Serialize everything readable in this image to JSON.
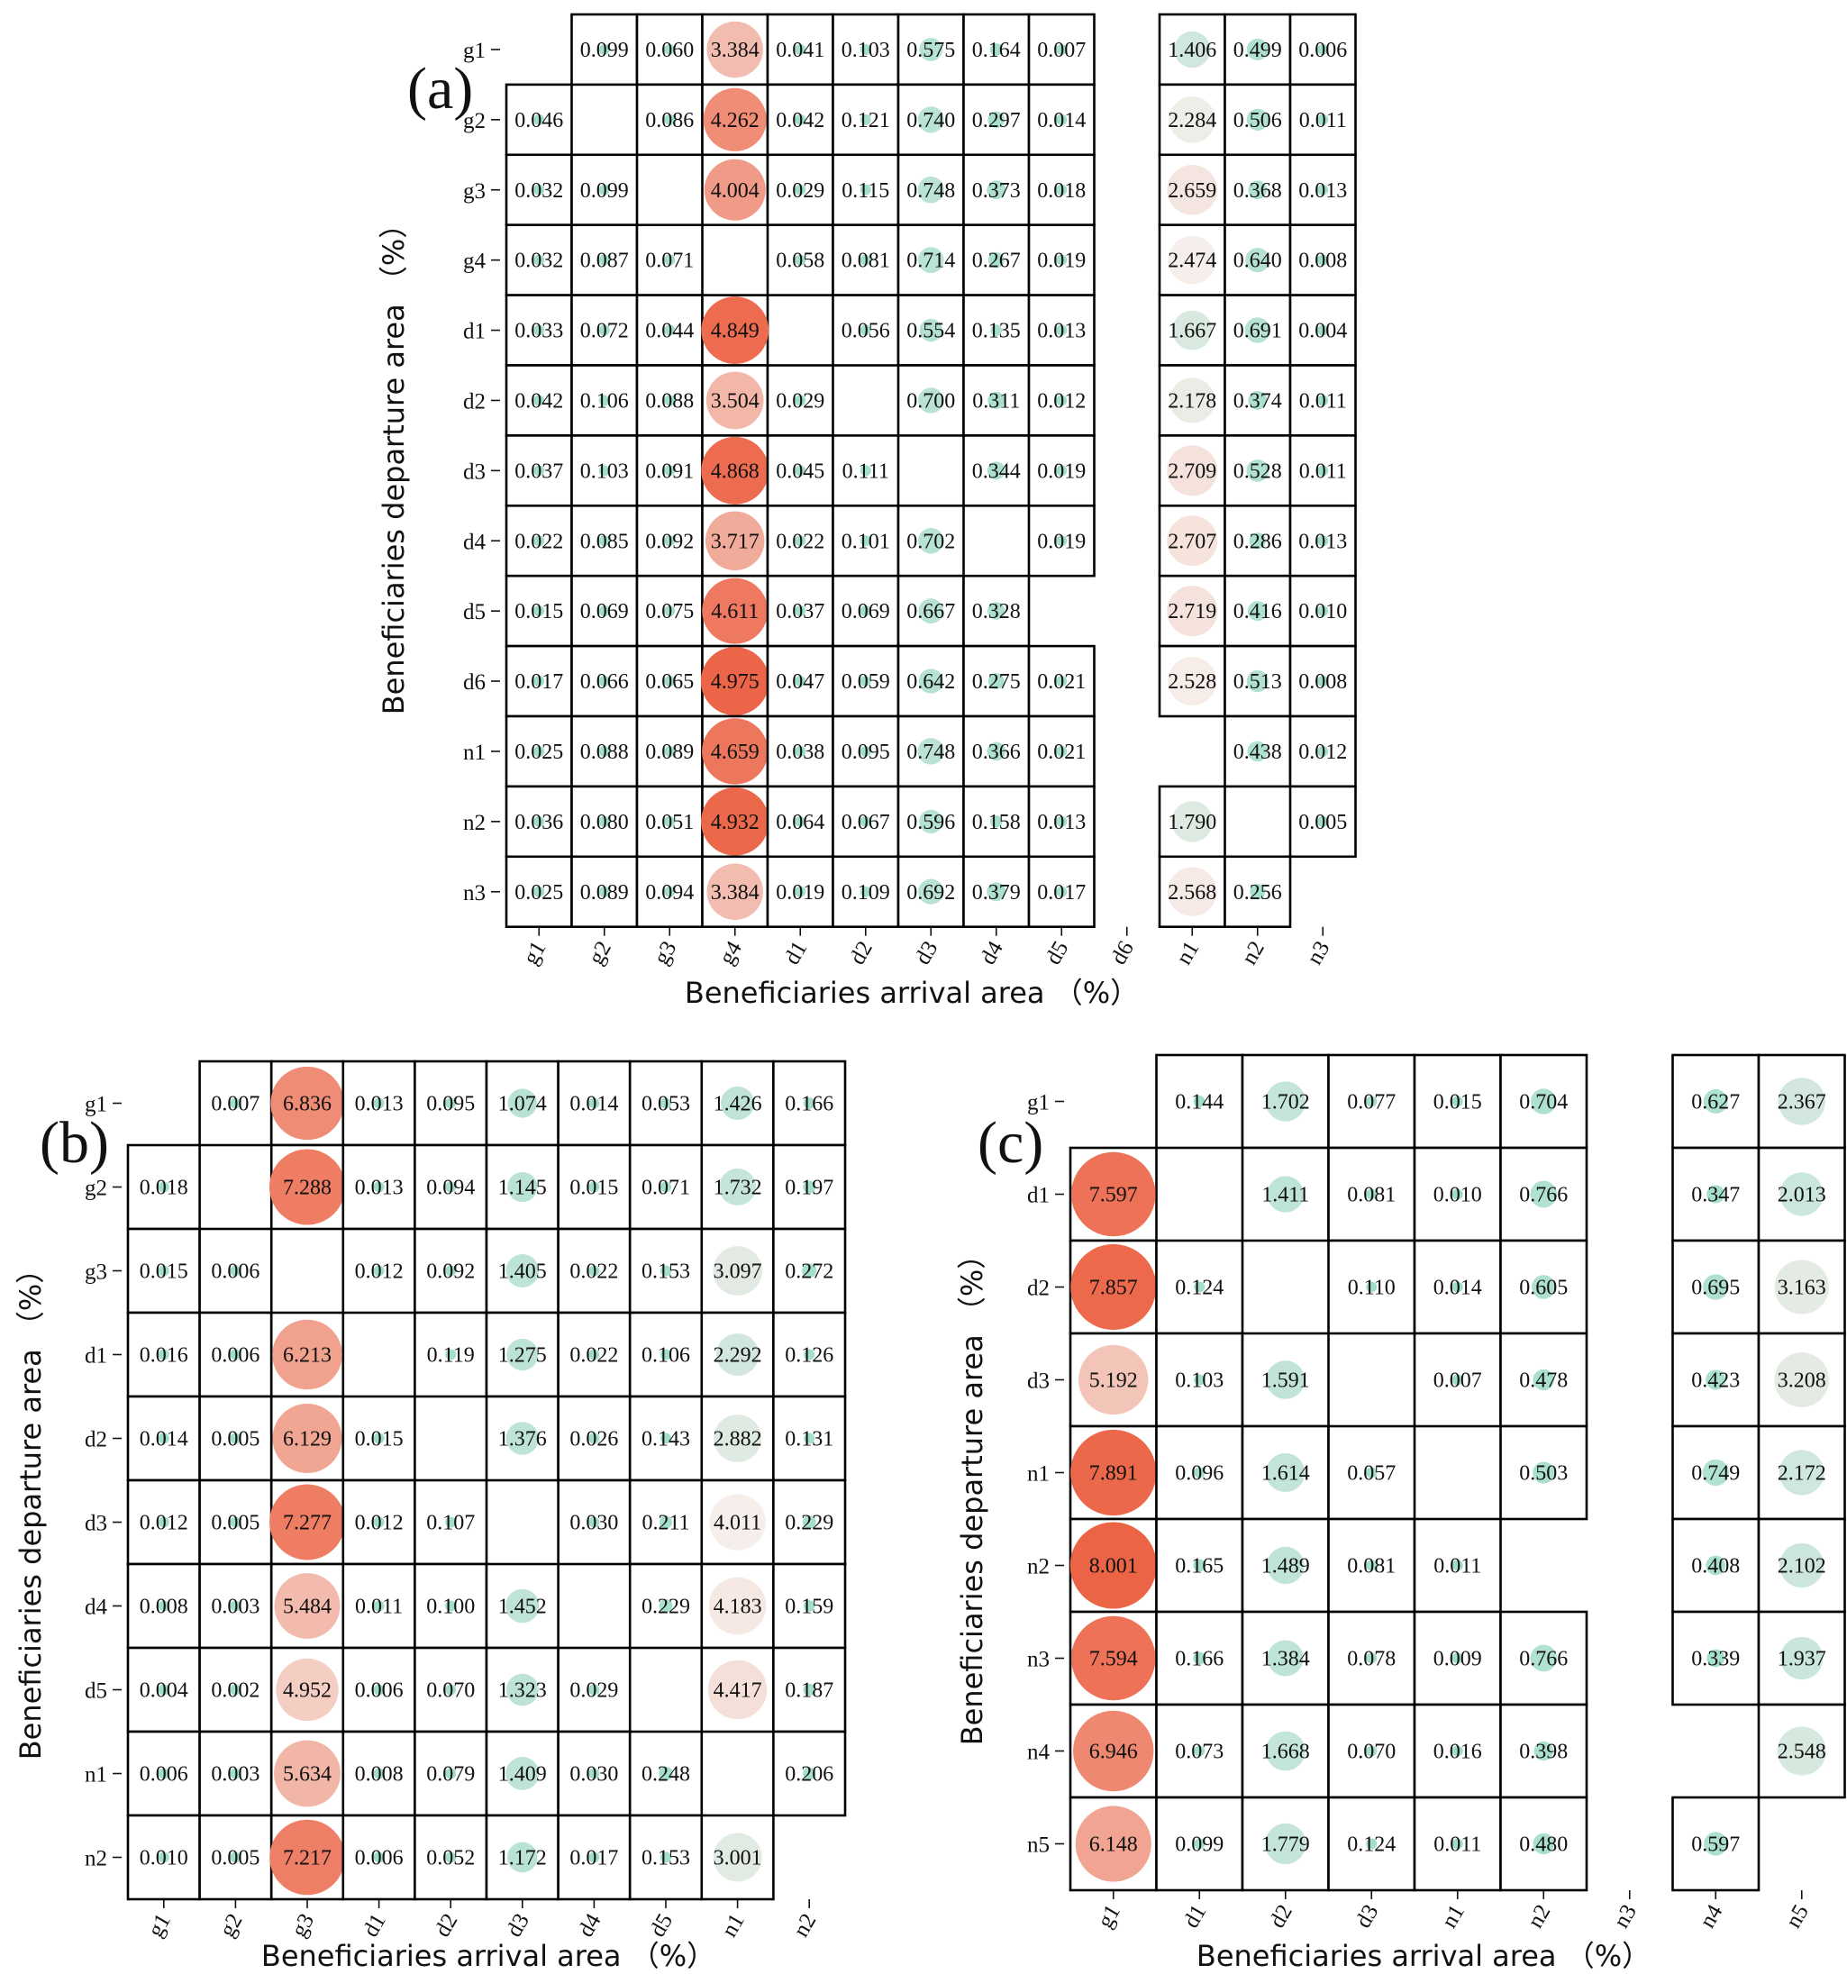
{
  "chart_data": [
    {
      "type": "heatmap",
      "panel_label": "(a)",
      "xlabel": "Beneficiaries arrival area （%）",
      "ylabel": "Beneficiaries departure area （%）",
      "rows": [
        "g1",
        "g2",
        "g3",
        "g4",
        "d1",
        "d2",
        "d3",
        "d4",
        "d5",
        "d6",
        "n1",
        "n2",
        "n3"
      ],
      "cols": [
        "g1",
        "g2",
        "g3",
        "g4",
        "d1",
        "d2",
        "d3",
        "d4",
        "d5",
        "d6",
        "n1",
        "n2",
        "n3"
      ],
      "values": [
        [
          null,
          "0.099",
          "0.060",
          "3.384",
          "0.041",
          "0.103",
          "0.575",
          "0.164",
          "0.007",
          null,
          "1.406",
          "0.499",
          "0.006"
        ],
        [
          "0.046",
          null,
          "0.086",
          "4.262",
          "0.042",
          "0.121",
          "0.740",
          "0.297",
          "0.014",
          null,
          "2.284",
          "0.506",
          "0.011"
        ],
        [
          "0.032",
          "0.099",
          null,
          "4.004",
          "0.029",
          "0.115",
          "0.748",
          "0.373",
          "0.018",
          null,
          "2.659",
          "0.368",
          "0.013"
        ],
        [
          "0.032",
          "0.087",
          "0.071",
          null,
          "0.058",
          "0.081",
          "0.714",
          "0.267",
          "0.019",
          null,
          "2.474",
          "0.640",
          "0.008"
        ],
        [
          "0.033",
          "0.072",
          "0.044",
          "4.849",
          null,
          "0.056",
          "0.554",
          "0.135",
          "0.013",
          null,
          "1.667",
          "0.691",
          "0.004"
        ],
        [
          "0.042",
          "0.106",
          "0.088",
          "3.504",
          "0.029",
          null,
          "0.700",
          "0.311",
          "0.012",
          null,
          "2.178",
          "0.374",
          "0.011"
        ],
        [
          "0.037",
          "0.103",
          "0.091",
          "4.868",
          "0.045",
          "0.111",
          null,
          "0.344",
          "0.019",
          null,
          "2.709",
          "0.528",
          "0.011"
        ],
        [
          "0.022",
          "0.085",
          "0.092",
          "3.717",
          "0.022",
          "0.101",
          "0.702",
          null,
          "0.019",
          null,
          "2.707",
          "0.286",
          "0.013"
        ],
        [
          "0.015",
          "0.069",
          "0.075",
          "4.611",
          "0.037",
          "0.069",
          "0.667",
          "0.328",
          null,
          null,
          "2.719",
          "0.416",
          "0.010"
        ],
        [
          "0.017",
          "0.066",
          "0.065",
          "4.975",
          "0.047",
          "0.059",
          "0.642",
          "0.275",
          "0.021",
          null,
          "2.528",
          "0.513",
          "0.008"
        ],
        [
          "0.025",
          "0.088",
          "0.089",
          "4.659",
          "0.038",
          "0.095",
          "0.748",
          "0.366",
          "0.021",
          null,
          null,
          "0.438",
          "0.012"
        ],
        [
          "0.036",
          "0.080",
          "0.051",
          "4.932",
          "0.064",
          "0.067",
          "0.596",
          "0.158",
          "0.013",
          null,
          "1.790",
          null,
          "0.005"
        ],
        [
          "0.025",
          "0.089",
          "0.094",
          "3.384",
          "0.019",
          "0.109",
          "0.692",
          "0.379",
          "0.017",
          null,
          "2.568",
          "0.256",
          null
        ]
      ]
    },
    {
      "type": "heatmap",
      "panel_label": "(b)",
      "xlabel": "Beneficiaries arrival area （%）",
      "ylabel": "Beneficiaries departure area （%）",
      "rows": [
        "g1",
        "g2",
        "g3",
        "d1",
        "d2",
        "d3",
        "d4",
        "d5",
        "n1",
        "n2"
      ],
      "cols": [
        "g1",
        "g2",
        "g3",
        "d1",
        "d2",
        "d3",
        "d4",
        "d5",
        "n1",
        "n2"
      ],
      "values": [
        [
          null,
          "0.007",
          "6.836",
          "0.013",
          "0.095",
          "1.074",
          "0.014",
          "0.053",
          "1.426",
          "0.166"
        ],
        [
          "0.018",
          null,
          "7.288",
          "0.013",
          "0.094",
          "1.145",
          "0.015",
          "0.071",
          "1.732",
          "0.197"
        ],
        [
          "0.015",
          "0.006",
          null,
          "0.012",
          "0.092",
          "1.405",
          "0.022",
          "0.153",
          "3.097",
          "0.272"
        ],
        [
          "0.016",
          "0.006",
          "6.213",
          null,
          "0.119",
          "1.275",
          "0.022",
          "0.106",
          "2.292",
          "0.126"
        ],
        [
          "0.014",
          "0.005",
          "6.129",
          "0.015",
          null,
          "1.376",
          "0.026",
          "0.143",
          "2.882",
          "0.131"
        ],
        [
          "0.012",
          "0.005",
          "7.277",
          "0.012",
          "0.107",
          null,
          "0.030",
          "0.211",
          "4.011",
          "0.229"
        ],
        [
          "0.008",
          "0.003",
          "5.484",
          "0.011",
          "0.100",
          "1.452",
          null,
          "0.229",
          "4.183",
          "0.159"
        ],
        [
          "0.004",
          "0.002",
          "4.952",
          "0.006",
          "0.070",
          "1.323",
          "0.029",
          null,
          "4.417",
          "0.187"
        ],
        [
          "0.006",
          "0.003",
          "5.634",
          "0.008",
          "0.079",
          "1.409",
          "0.030",
          "0.248",
          null,
          "0.206"
        ],
        [
          "0.010",
          "0.005",
          "7.217",
          "0.006",
          "0.052",
          "1.172",
          "0.017",
          "0.153",
          "3.001",
          null
        ]
      ]
    },
    {
      "type": "heatmap",
      "panel_label": "(c)",
      "xlabel": "Beneficiaries arrival area （%）",
      "ylabel": "Beneficiaries departure area （%）",
      "rows": [
        "g1",
        "d1",
        "d2",
        "d3",
        "n1",
        "n2",
        "n3",
        "n4",
        "n5"
      ],
      "cols": [
        "g1",
        "d1",
        "d2",
        "d3",
        "n1",
        "n2",
        "n3",
        "n4",
        "n5"
      ],
      "values": [
        [
          null,
          "0.144",
          "1.702",
          "0.077",
          "0.015",
          "0.704",
          null,
          "0.627",
          "2.367"
        ],
        [
          "7.597",
          null,
          "1.411",
          "0.081",
          "0.010",
          "0.766",
          null,
          "0.347",
          "2.013"
        ],
        [
          "7.857",
          "0.124",
          null,
          "0.110",
          "0.014",
          "0.605",
          null,
          "0.695",
          "3.163"
        ],
        [
          "5.192",
          "0.103",
          "1.591",
          null,
          "0.007",
          "0.478",
          null,
          "0.423",
          "3.208"
        ],
        [
          "7.891",
          "0.096",
          "1.614",
          "0.057",
          null,
          "0.503",
          null,
          "0.749",
          "2.172"
        ],
        [
          "8.001",
          "0.165",
          "1.489",
          "0.081",
          "0.011",
          null,
          null,
          "0.408",
          "2.102"
        ],
        [
          "7.594",
          "0.166",
          "1.384",
          "0.078",
          "0.009",
          "0.766",
          null,
          "0.339",
          "1.937"
        ],
        [
          "6.946",
          "0.073",
          "1.668",
          "0.070",
          "0.016",
          "0.398",
          null,
          null,
          "2.548"
        ],
        [
          "6.148",
          "0.099",
          "1.779",
          "0.124",
          "0.011",
          "0.480",
          null,
          "0.597",
          null
        ]
      ]
    }
  ]
}
